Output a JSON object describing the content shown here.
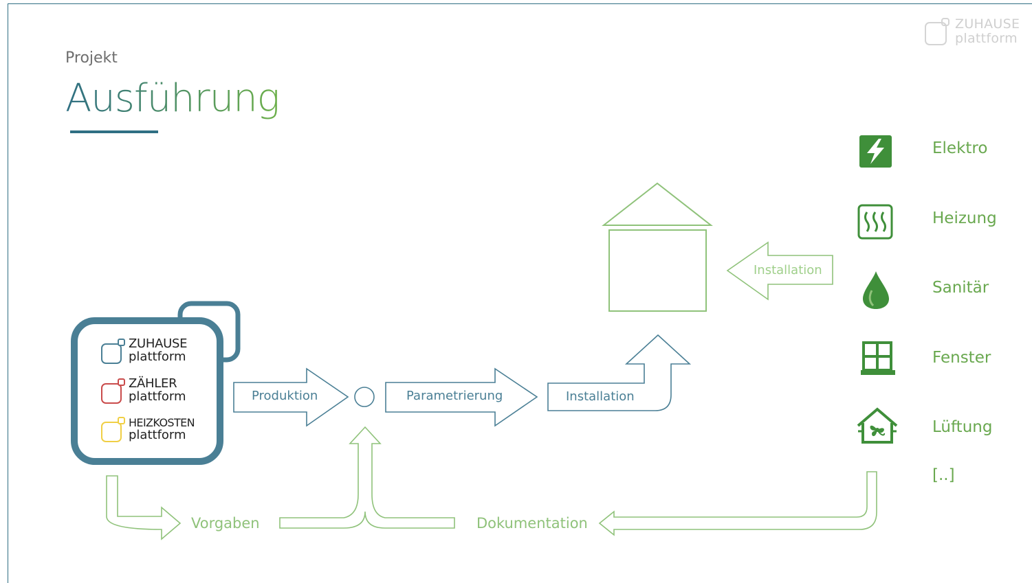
{
  "header": {
    "subtitle": "Projekt",
    "title": "Ausführung",
    "title_gradient": [
      "#2f6f83",
      "#6db04a"
    ]
  },
  "logo": {
    "line1": "ZUHAUSE",
    "line2": "plattform"
  },
  "platforms": [
    {
      "line1": "ZUHAUSE",
      "line2": "plattform",
      "color": "#4a7f95"
    },
    {
      "line1": "ZÄHLER",
      "line2": "plattform",
      "color": "#c94b4b"
    },
    {
      "line1": "HEIZKOSTEN",
      "line2": "plattform",
      "color": "#f0cf45"
    }
  ],
  "flow": {
    "produktion": "Produktion",
    "parametrierung": "Parametrierung",
    "installation_lower": "Installation",
    "installation_upper": "Installation",
    "vorgaben": "Vorgaben",
    "dokumentation": "Dokumentation"
  },
  "legend": [
    {
      "label": "Elektro",
      "icon": "lightning-icon"
    },
    {
      "label": "Heizung",
      "icon": "radiator-icon"
    },
    {
      "label": "Sanitär",
      "icon": "water-drop-icon"
    },
    {
      "label": "Fenster",
      "icon": "window-icon"
    },
    {
      "label": "Lüftung",
      "icon": "ventilation-icon"
    }
  ],
  "legend_more": "[..]",
  "colors": {
    "teal": "#2f6f83",
    "blue_outline": "#4a7f95",
    "green": "#8fc27a",
    "green_dark": "#3f8f3a",
    "green_text": "#69a84f"
  }
}
